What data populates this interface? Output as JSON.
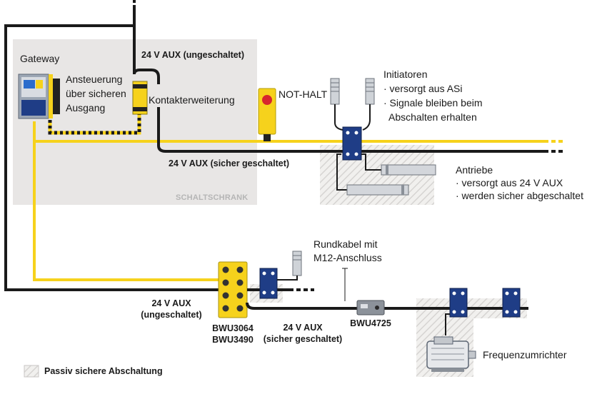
{
  "labels": {
    "gateway": "Gateway",
    "control": [
      "Ansteuerung",
      "über sicheren",
      "Ausgang"
    ],
    "contact_extension": "Kontakterweiterung",
    "aux_unswitched_top": "24 V AUX (ungeschaltet)",
    "aux_safe_top": "24 V AUX (sicher geschaltet)",
    "cabinet": "SCHALTSCHRANK",
    "estop": "NOT-HALT",
    "initiators": [
      "Initiatoren",
      "· versorgt aus ASi",
      "· Signale bleiben beim",
      "  Abschalten erhalten"
    ],
    "drives": [
      "Antriebe",
      "· versorgt aus 24 V AUX",
      "· werden sicher abgeschaltet"
    ],
    "round_cable": [
      "Rundkabel mit",
      "M12-Anschluss"
    ],
    "aux_unswitched_bottom": [
      "24 V AUX",
      "(ungeschaltet)"
    ],
    "module_ids": [
      "BWU3064",
      "BWU3490"
    ],
    "aux_safe_bottom": [
      "24 V AUX",
      "(sicher geschaltet)"
    ],
    "bwu4725": "BWU4725",
    "freq": "Frequenzumrichter",
    "legend": "Passiv sichere Abschaltung"
  },
  "colors": {
    "asi_yellow": "#f6d21c",
    "cable_black": "#1a1a1a",
    "cabinet_grey": "#e8e6e5",
    "module_blue": "#1f3d86",
    "hatch": "#d8d6d4",
    "estop_red": "#d7262e"
  }
}
